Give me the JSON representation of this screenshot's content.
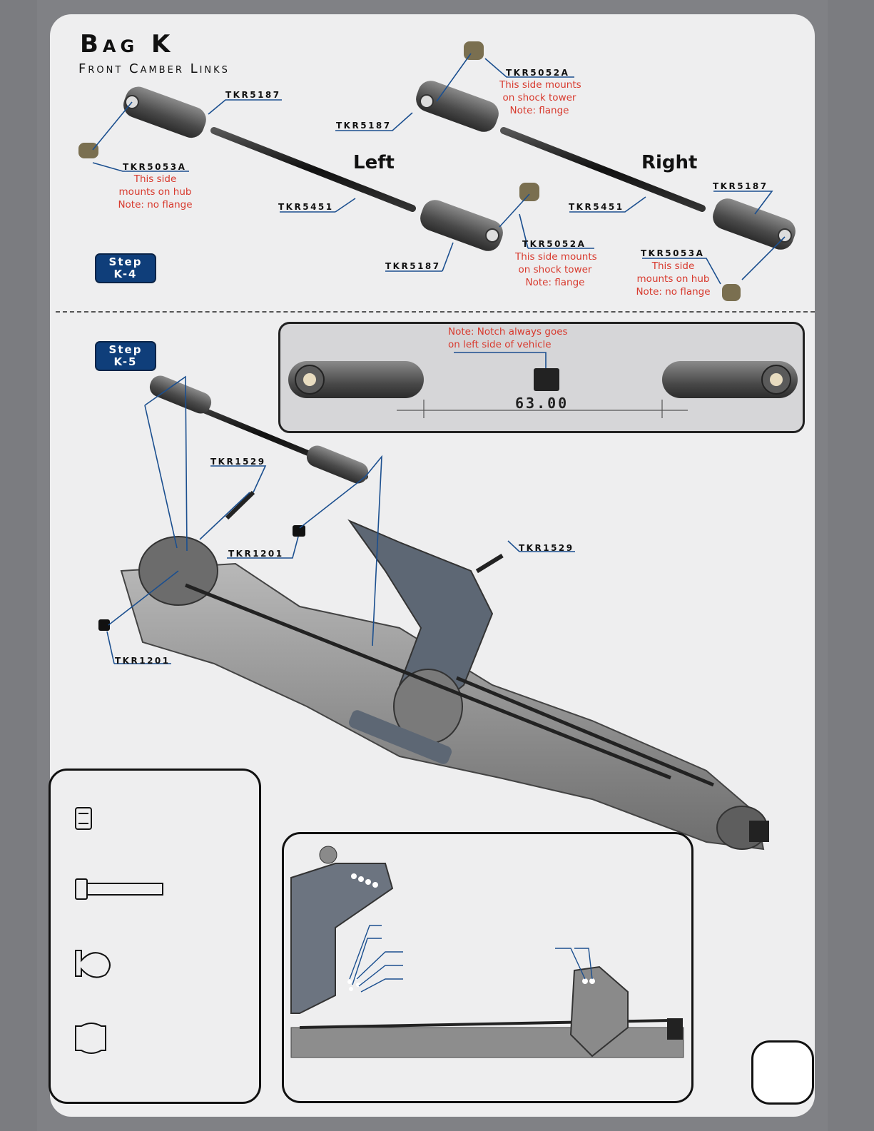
{
  "header": {
    "title": "Bag K",
    "subtitle": "Front Camber Links"
  },
  "steps": {
    "k4": [
      "Step",
      "K-4"
    ],
    "k5": [
      "Step",
      "K-5"
    ]
  },
  "sides": {
    "left": "Left",
    "right": "Right"
  },
  "parts": {
    "p5187_a": "TKR5187",
    "p5187_b": "TKR5187",
    "p5187_c": "TKR5187",
    "p5187_d": "TKR5187",
    "p5451_left": "TKR5451",
    "p5451_right": "TKR5451",
    "p5052a_top": "TKR5052A",
    "p5052a_mid": "TKR5052A",
    "p5053a_left": "TKR5053A",
    "p5053a_right": "TKR5053A",
    "p1529_a": "TKR1529",
    "p1529_b": "TKR1529",
    "p1201_a": "TKR1201",
    "p1201_b": "TKR1201"
  },
  "notes": {
    "hub_left": [
      "This side",
      "mounts on hub",
      "Note: no flange"
    ],
    "tower_top": [
      "This side mounts",
      "on shock tower",
      "Note: flange"
    ],
    "tower_mid": [
      "This side mounts",
      "on shock tower",
      "Note: flange"
    ],
    "hub_right": [
      "This side",
      "mounts on hub",
      "Note: no flange"
    ],
    "notch": [
      "Note: Notch always goes",
      "on left side of vehicle"
    ]
  },
  "dimension": "63.00",
  "colors": {
    "step_bg": "#0f3e7a",
    "note_red": "#d83a2e",
    "leader_blue": "#1b4f8f"
  }
}
